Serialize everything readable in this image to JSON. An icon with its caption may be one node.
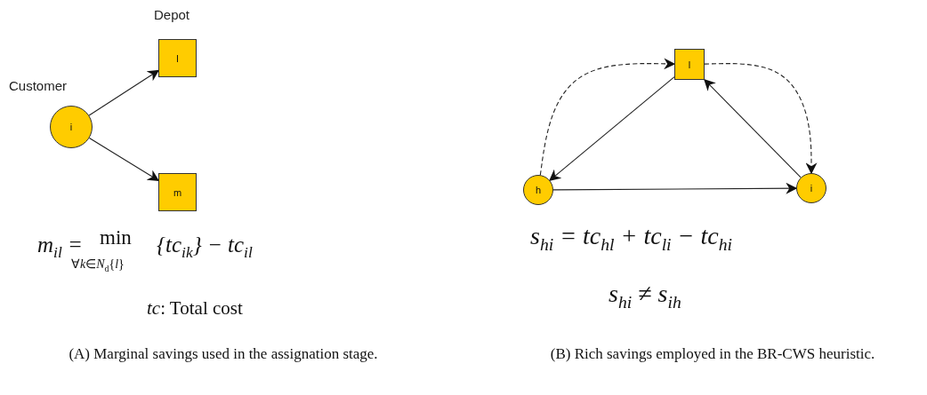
{
  "diagram": {
    "nodes": [
      {
        "text": [
          "i"
        ],
        "beside": [
          "Customer"
        ]
      },
      {
        "text": [
          "l"
        ],
        "beside": [
          "Depot"
        ]
      },
      {
        "text": [
          "m"
        ]
      },
      {
        "text": [
          "l"
        ]
      },
      {
        "text": [
          "h"
        ]
      },
      {
        "text": [
          "i"
        ]
      }
    ],
    "edges": [
      {
        "from": 0,
        "to": 1,
        "arrow": "to"
      },
      {
        "from": 0,
        "to": 2,
        "arrow": "to"
      },
      {
        "from": 3,
        "to": 4,
        "arrow": "to"
      },
      {
        "from": 5,
        "to": 3,
        "arrow": "to"
      },
      {
        "from": 4,
        "to": 5,
        "arrow": "to"
      },
      {
        "from": 4,
        "to": 3,
        "arrow": "to",
        "style": "dashed"
      },
      {
        "from": 3,
        "to": 5,
        "arrow": "to",
        "style": "dashed"
      }
    ],
    "labels": [
      "*m*$_{il}$ =",
      "min",
      "∀*k*∈*N*$_{d}${*l*}",
      "{*tc*$_{ik}$} − *tc*$_{il}$",
      "*tc*: Total cost",
      "*s*$_{hi}$ = *tc*$_{hl}$ + *tc*$_{li}$ − *tc*$_{hi}$",
      "*s*$_{hi}$ ≠ *s*$_{ih}$",
      "(A) Marginal savings used in the assignation stage.",
      "(B) Rich savings employed in the BR-CWS heuristic."
    ]
  }
}
